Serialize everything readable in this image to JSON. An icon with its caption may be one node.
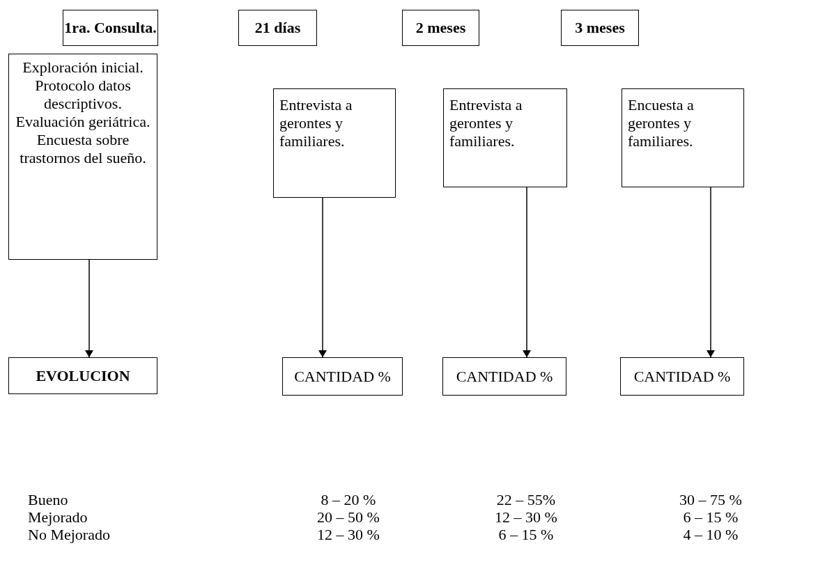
{
  "diagram": {
    "nodes": [
      {
        "text": [
          "1ra. Consulta."
        ]
      },
      {
        "text": [
          "21 días"
        ]
      },
      {
        "text": [
          "2 meses"
        ]
      },
      {
        "text": [
          "3 meses"
        ]
      },
      {
        "text": [
          "Exploración inicial. Protocolo datos descriptivos. Evaluación geriátrica. Encuesta sobre trastornos del sueño."
        ]
      },
      {
        "text": [
          "Entrevista a gerontes y familiares."
        ]
      },
      {
        "text": [
          "Entrevista a gerontes y familiares."
        ]
      },
      {
        "text": [
          "Encuesta a gerontes y familiares."
        ]
      },
      {
        "text": [
          "EVOLUCION"
        ]
      },
      {
        "text": [
          "CANTIDAD %"
        ]
      },
      {
        "text": [
          "CANTIDAD %"
        ]
      },
      {
        "text": [
          "CANTIDAD %"
        ]
      }
    ],
    "edges": [
      {
        "from": 4,
        "to": 8,
        "arrow": "to"
      },
      {
        "from": 5,
        "to": 9,
        "arrow": "to"
      },
      {
        "from": 6,
        "to": 10,
        "arrow": "to"
      },
      {
        "from": 7,
        "to": 11,
        "arrow": "to"
      }
    ],
    "labels": [
      "Bueno",
      "8 – 20 %",
      "22 – 55%",
      "30 – 75 %",
      "Mejorado",
      "20 – 50 %",
      "12 – 30 %",
      "6 – 15 %",
      "No Mejorado",
      "12 – 30 %",
      "6 – 15 %",
      "4 – 10 %"
    ]
  }
}
